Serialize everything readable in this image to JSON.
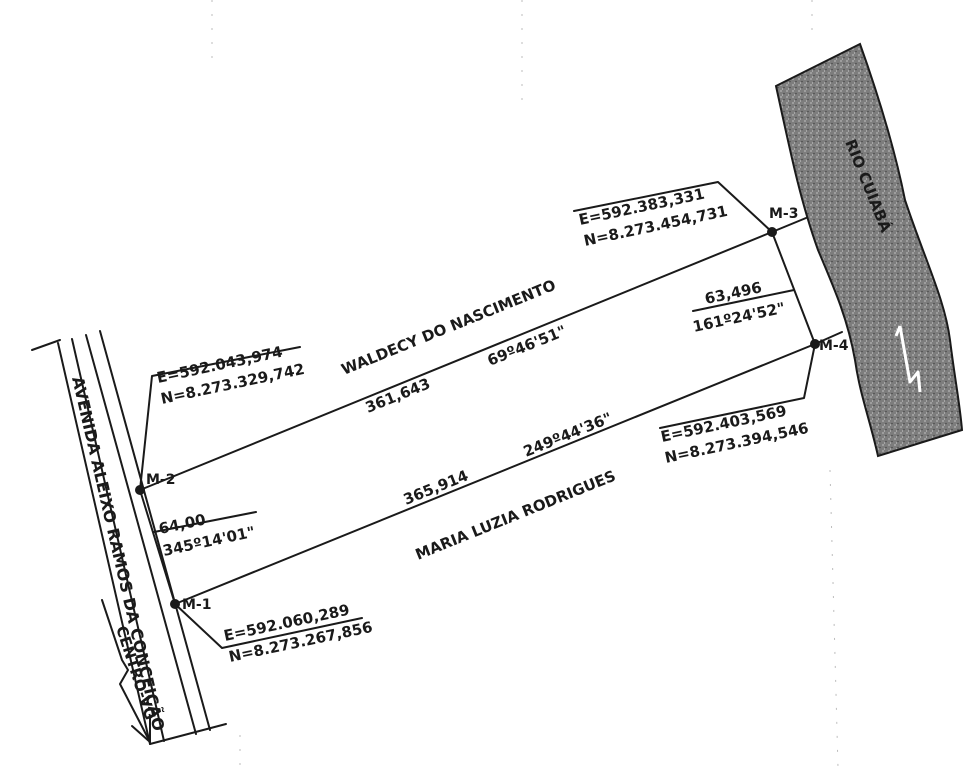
{
  "streets": {
    "avenue": "AVENIDA ALEIXO RAMOS DA CONCEIÇÃO",
    "direction": "CENTRO-VG"
  },
  "river": {
    "name": "RIO CUIABÁ"
  },
  "neighbors": {
    "north": "WALDECY DO NASCIMENTO",
    "south": "MARIA LUZIA RODRIGUES"
  },
  "markers": {
    "m1": {
      "label": "M-1",
      "e": "E=592.060,289",
      "n": "N=8.273.267,856"
    },
    "m2": {
      "label": "M-2",
      "e": "E=592.043,974",
      "n": "N=8.273.329,742"
    },
    "m3": {
      "label": "M-3",
      "e": "E=592.383,331",
      "n": "N=8.273.454,731"
    },
    "m4": {
      "label": "M-4",
      "e": "E=592.403,569",
      "n": "N=8.273.394,546"
    }
  },
  "segments": {
    "m2_m3": {
      "distance": "361,643",
      "bearing": "69º46'51\""
    },
    "m3_m4": {
      "distance": "63,496",
      "bearing": "161º24'52\""
    },
    "m4_m1": {
      "distance": "365,914",
      "bearing": "249º44'36\""
    },
    "m1_m2": {
      "distance": "64,00",
      "bearing": "345º14'01\""
    }
  },
  "colors": {
    "ink": "#1a1a1a",
    "river": "#8a8a8a"
  }
}
